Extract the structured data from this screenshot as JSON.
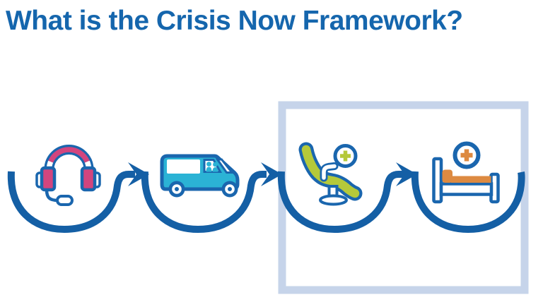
{
  "title": "What is the Crisis Now Framework?",
  "diagram": {
    "type": "flow",
    "direction": "left-to-right",
    "stages": [
      {
        "icon": "headset-icon"
      },
      {
        "icon": "van-icon"
      },
      {
        "icon": "recliner-chair-plus-icon"
      },
      {
        "icon": "hospital-bed-plus-icon"
      }
    ],
    "connectors": "arc-arrows",
    "highlight_box": {
      "contains": [
        "recliner-chair-plus-icon",
        "hospital-bed-plus-icon"
      ]
    }
  },
  "colors": {
    "title_blue": "#1566AD",
    "flow_blue": "#145FA5",
    "icon_outline_blue": "#1A66AE",
    "headset_pink": "#D2457E",
    "van_teal": "#2BB3D5",
    "chair_lime": "#B5C93A",
    "bed_orange": "#DD8A41",
    "highlight_border": "#C6D4EA",
    "background": "#FFFFFF"
  }
}
